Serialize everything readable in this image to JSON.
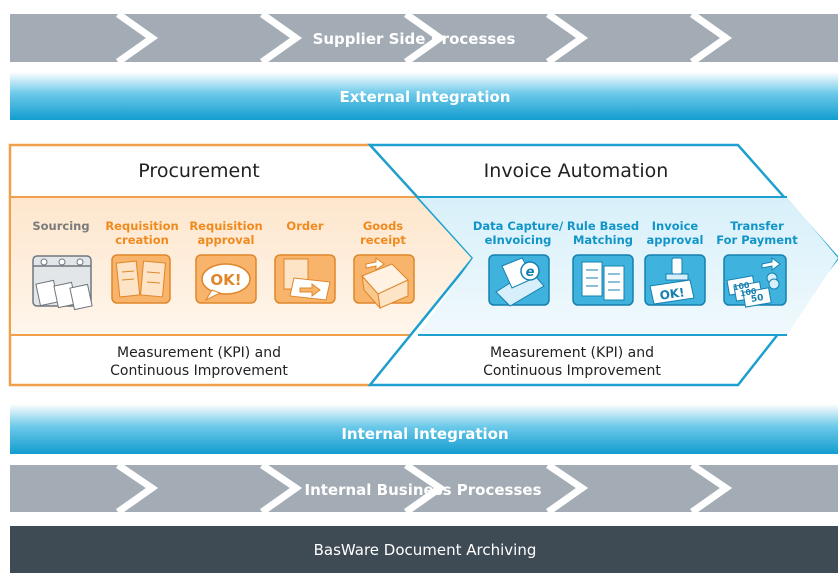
{
  "bands": {
    "supplier": "Supplier Side Processes",
    "external": "External Integration",
    "internal_integration": "Internal Integration",
    "internal_business": "Internal Business Processes",
    "archiving": "BasWare Document Archiving"
  },
  "procurement": {
    "title": "Procurement",
    "steps": [
      {
        "label_lines": [
          "Sourcing"
        ],
        "icon": "sourcing-icon"
      },
      {
        "label_lines": [
          "Requisition",
          "creation"
        ],
        "icon": "requisition-creation-icon"
      },
      {
        "label_lines": [
          "Requisition",
          "approval"
        ],
        "icon": "requisition-approval-icon",
        "icon_text": "OK!"
      },
      {
        "label_lines": [
          "Order"
        ],
        "icon": "order-icon"
      },
      {
        "label_lines": [
          "Goods",
          "receipt"
        ],
        "icon": "goods-receipt-icon"
      }
    ],
    "kpi_lines": [
      "Measurement (KPI) and",
      "Continuous Improvement"
    ]
  },
  "invoice_automation": {
    "title": "Invoice Automation",
    "steps": [
      {
        "label_lines": [
          "Data Capture/",
          "eInvoicing"
        ],
        "icon": "data-capture-icon"
      },
      {
        "label_lines": [
          "Rule Based",
          "Matching"
        ],
        "icon": "rule-matching-icon"
      },
      {
        "label_lines": [
          "Invoice",
          "approval"
        ],
        "icon": "invoice-approval-icon",
        "icon_text": "OK!"
      },
      {
        "label_lines": [
          "Transfer",
          "For Payment"
        ],
        "icon": "transfer-payment-icon",
        "icon_text": [
          "100",
          "100",
          "50"
        ]
      }
    ],
    "kpi_lines": [
      "Measurement (KPI) and",
      "Continuous Improvement"
    ]
  },
  "colors": {
    "gray_band": "#a3acb5",
    "chevron_line": "#ffffff",
    "blue_band": "#24a6d3",
    "orange": "#f0a04b",
    "orange_text": "#f08a1e",
    "blue": "#1da0cf",
    "blue_text": "#1195c8",
    "dark_band": "#3e4a54",
    "gray_text": "#7a7a7a"
  }
}
